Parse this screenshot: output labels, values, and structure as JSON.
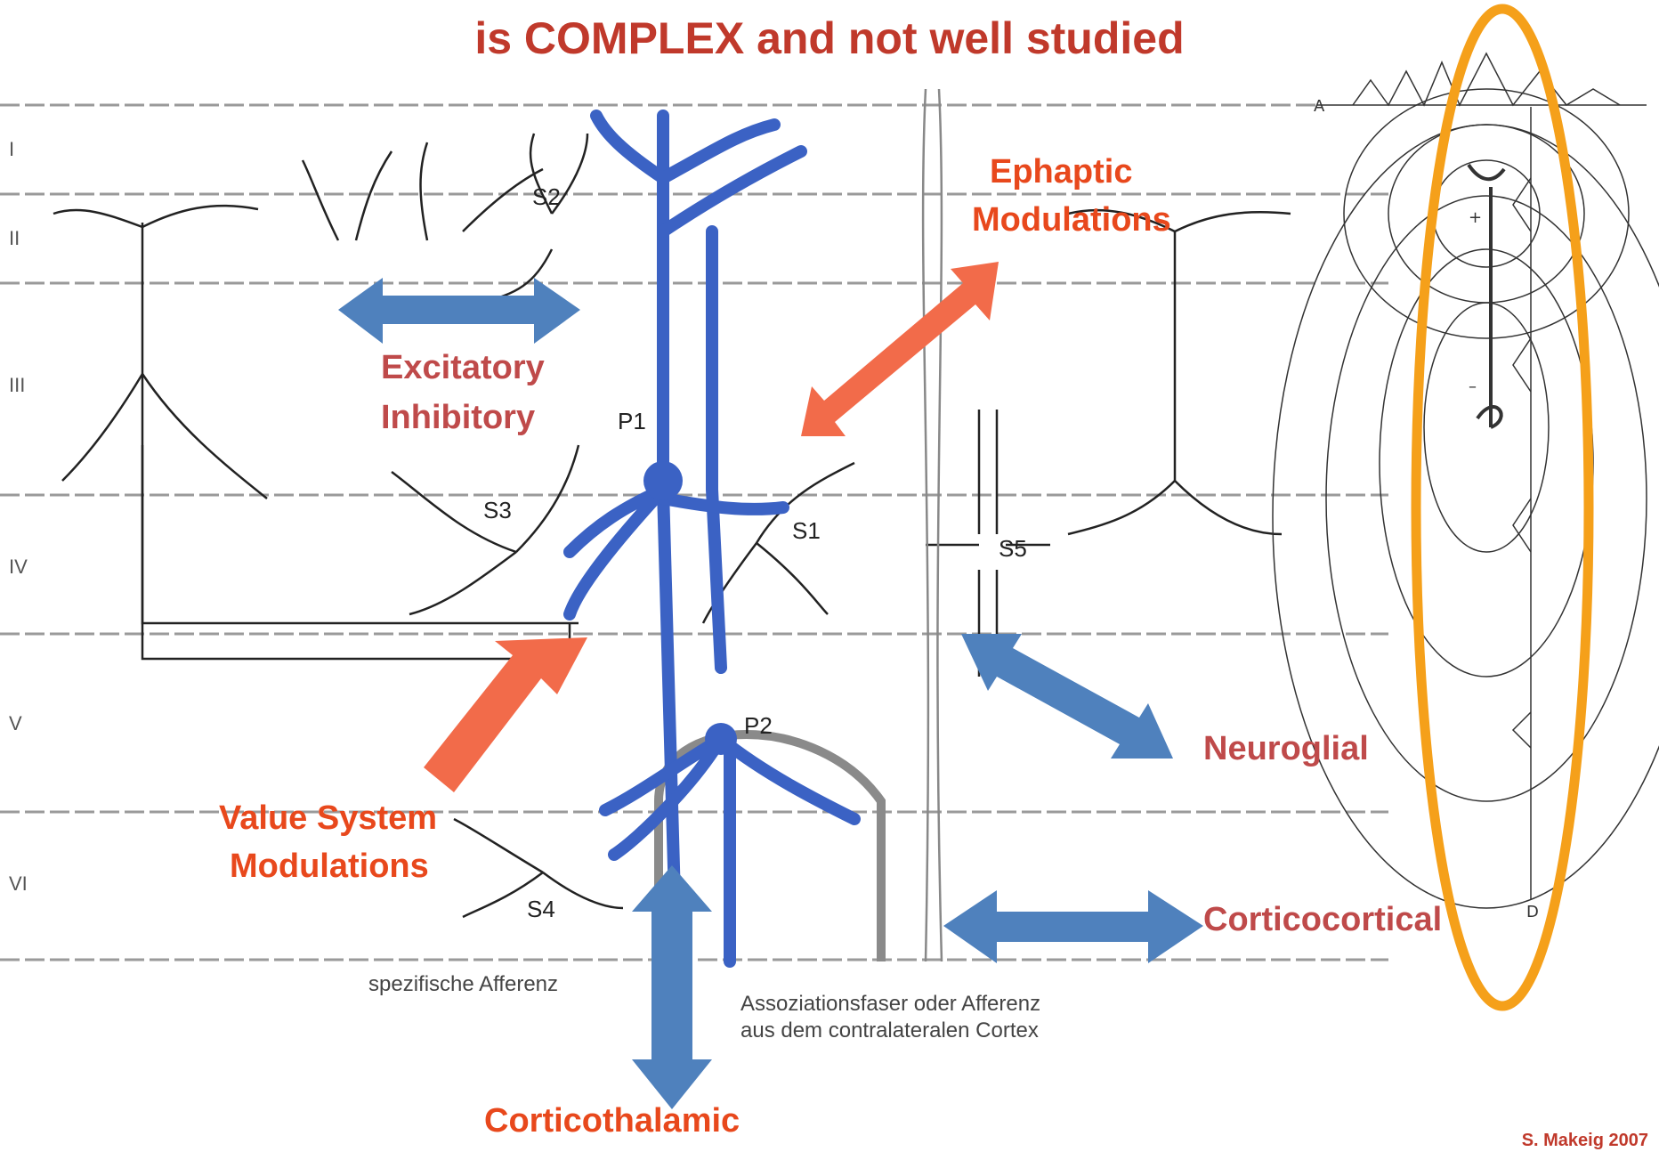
{
  "title": "is COMPLEX and not well studied",
  "layers": [
    "I",
    "II",
    "III",
    "IV",
    "V",
    "VI"
  ],
  "cell_labels": {
    "s2": "S2",
    "s3": "S3",
    "s1": "S1",
    "s5": "S5",
    "s4": "S4",
    "p1": "P1",
    "p2": "P2"
  },
  "labels": {
    "ephaptic_1": "Ephaptic",
    "ephaptic_2": "Modulations",
    "excitatory": "Excitatory",
    "inhibitory": "Inhibitory",
    "value_1": "Value System",
    "value_2": "Modulations",
    "neuroglial": "Neuroglial",
    "corticocortical": "Corticocortical",
    "corticothalamic": "Corticothalamic"
  },
  "captions": {
    "afferenz": "spezifische Afferenz",
    "assoz_1": "Assoziationsfaser oder Afferenz",
    "assoz_2": "aus dem contralateralen Cortex"
  },
  "field_labels": {
    "a": "A",
    "d": "D",
    "plus": "+",
    "minus": "–"
  },
  "credit": "S. Makeig 2007",
  "colors": {
    "title": "#c0392b",
    "neuron_blue": "#3b62c4",
    "arrow_blue": "#4f81bd",
    "arrow_orange": "#f26b4a",
    "ellipse_orange": "#f5a01a"
  }
}
